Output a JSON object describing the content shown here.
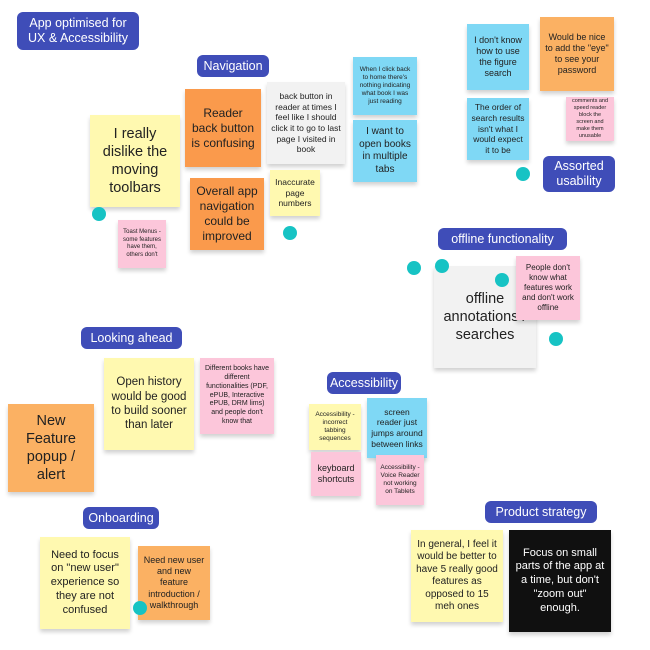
{
  "labels": {
    "title": "App optimised for\nUX & Accessibility",
    "navigation": "Navigation",
    "assorted_usability": "Assorted\nusability",
    "offline_functionality": "offline functionality",
    "looking_ahead": "Looking ahead",
    "accessibility": "Accessibility",
    "onboarding": "Onboarding",
    "product_strategy": "Product strategy"
  },
  "notes": {
    "moving_toolbars": "I really dislike the moving toolbars",
    "reader_back_button": "Reader back button is confusing",
    "back_button_reader": "back button in reader at times I feel like I should click it to go to last page I visited in book",
    "click_back_home": "When I click back to home there's nothing indicating what book I was just reading",
    "open_books_tabs": "I want to open books in multiple tabs",
    "app_navigation": "Overall app navigation could be improved",
    "inaccurate_pages": "Inaccurate page numbers",
    "toast_menus": "Toast Menus - some features have them, others don't",
    "figure_search": "I don't know how to use the figure search",
    "eye_password": "Would be nice to add the \"eye\" to see your password",
    "search_order": "The order of search results isn't what I would expect it to be",
    "comments_speed_reader": "comments and speed reader block the screen and make them unusable",
    "offline_annotations": "offline annotations / searches",
    "features_offline": "People don't know what features work and don't work offline",
    "open_history": "Open history would be good to build sooner than later",
    "different_books": "Different books have different functionalities (PDF, ePUB, Interactive ePUB, DRM lims) and people don't know that",
    "feature_popup": "New Feature popup / alert",
    "tabbing_sequences": "Accessibility - incorrect tabbing sequences",
    "screen_reader_jumps": "screen reader just jumps around between links",
    "keyboard_shortcuts": "keyboard shortcuts",
    "voice_reader": "Accessibility - Voice Reader not working on Tablets",
    "new_user_experience": "Need to focus on \"new user\" experience so they are not confused",
    "new_user_walkthrough": "Need new user and new feature introduction / walkthrough",
    "five_good_features": "In general, I feel it would be better to have 5 really good features as opposed to 15 meh ones",
    "small_parts": "Focus on small parts of the app at a time, but don't \"zoom out\" enough."
  },
  "colors": {
    "label_bg": "#3f4db8",
    "yellow": "#fff9b0",
    "orange": "#fa9a4c",
    "pink": "#fcc6da",
    "blue": "#7fd8f5",
    "gray": "#f2f2f2",
    "black": "#101010",
    "dot": "#17c3c4"
  }
}
